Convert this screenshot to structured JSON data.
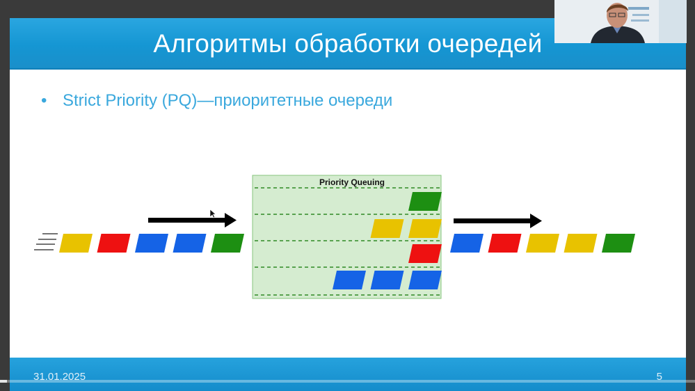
{
  "slide": {
    "title": "Алгоритмы обработки очередей",
    "bullet": "Strict Priority (PQ)—приоритетные очереди",
    "footer_date": "31.01.2025",
    "page_number": "5"
  },
  "diagram": {
    "box_label": "Priority Queuing",
    "colors": {
      "yellow": "#e8c200",
      "red": "#ee1111",
      "blue": "#1563e6",
      "green": "#1d8f12",
      "box_fill": "#d5ecd0",
      "box_border": "#86c47c",
      "dash": "#2e8a24"
    },
    "input_sequence": [
      "yellow",
      "red",
      "blue",
      "blue",
      "green"
    ],
    "queues": [
      [
        "green"
      ],
      [
        "yellow",
        "yellow"
      ],
      [
        "red"
      ],
      [
        "blue",
        "blue",
        "blue"
      ]
    ],
    "output_sequence": [
      "blue",
      "red",
      "yellow",
      "yellow",
      "green"
    ]
  },
  "player": {
    "progress": 0.01,
    "webcam": "presenter-webcam"
  }
}
